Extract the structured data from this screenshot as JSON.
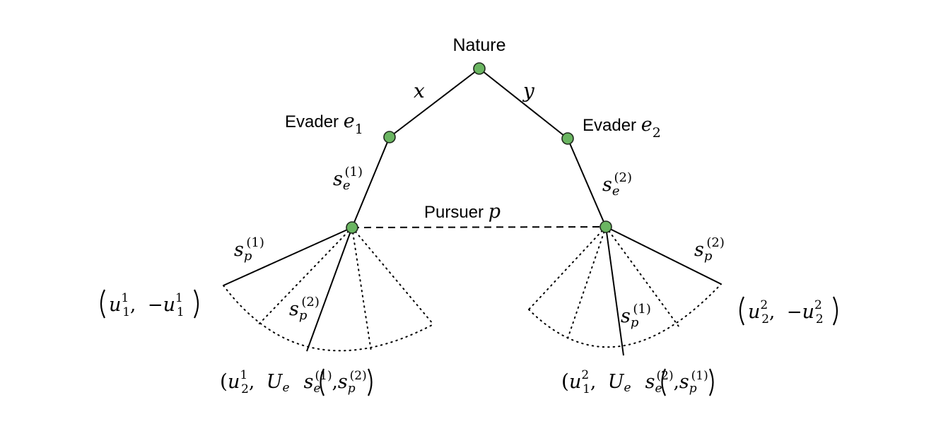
{
  "nodes": {
    "nature": "Nature",
    "evader1": {
      "prefix": "Evader ",
      "var": "e",
      "sub": "1"
    },
    "evader2": {
      "prefix": "Evader ",
      "var": "e",
      "sub": "2"
    },
    "pursuer": {
      "prefix": "Pursuer ",
      "var": "p"
    }
  },
  "edges": {
    "nature_left": "x",
    "nature_right": "y",
    "evader1_strategy": {
      "var": "s",
      "sub": "e",
      "sup": "(1)"
    },
    "evader2_strategy": {
      "var": "s",
      "sub": "e",
      "sup": "(2)"
    },
    "pursuer_left_sp1": {
      "var": "s",
      "sub": "p",
      "sup": "(1)"
    },
    "pursuer_left_sp2": {
      "var": "s",
      "sub": "p",
      "sup": "(2)"
    },
    "pursuer_right_sp2": {
      "var": "s",
      "sub": "p",
      "sup": "(2)"
    },
    "pursuer_right_sp1": {
      "var": "s",
      "sub": "p",
      "sup": "(1)"
    }
  },
  "payoffs": {
    "left_outer": {
      "u_var": "u",
      "u_sub": "1",
      "u_sup": "1",
      "sep": ",  −",
      "v_var": "u",
      "v_sub": "1",
      "v_sup": "1"
    },
    "left_inner": {
      "open": "(",
      "u_var": "u",
      "u_sub": "2",
      "u_sup": "1",
      "sep": ",  ",
      "U": "U",
      "U_sub": "e",
      "s1_sub": "e",
      "s1_sup": "(1)",
      "comma": ",",
      "s2_sub": "p",
      "s2_sup": "(2)"
    },
    "right_inner": {
      "open": "(",
      "u_var": "u",
      "u_sub": "1",
      "u_sup": "2",
      "sep": ",  ",
      "U": "U",
      "U_sub": "e",
      "s1_sub": "e",
      "s1_sup": "(2)",
      "comma": ",",
      "s2_sub": "p",
      "s2_sup": "(1)"
    },
    "right_outer": {
      "u_var": "u",
      "u_sub": "2",
      "u_sup": "2",
      "sep": ",  −",
      "v_var": "u",
      "v_sub": "2",
      "v_sup": "2"
    }
  }
}
